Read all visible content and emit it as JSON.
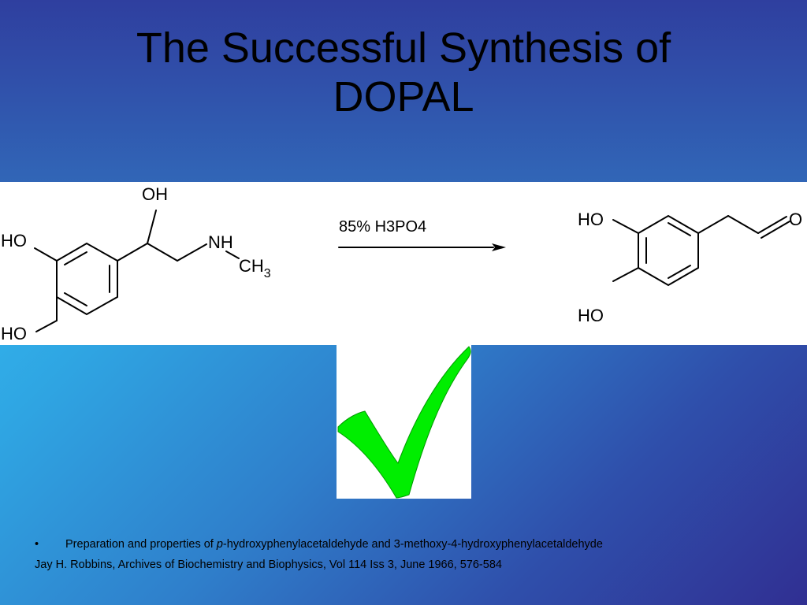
{
  "slide": {
    "title_line1": "The Successful Synthesis of",
    "title_line2": "DOPAL"
  },
  "reaction": {
    "reactant": {
      "oh_top": "OH",
      "ho_upper": "HO",
      "ho_lower": "HO",
      "nh": "NH",
      "ch3": "CH",
      "ch3_sub": "3"
    },
    "condition": "85% H3PO4",
    "product": {
      "ho_upper": "HO",
      "ho_lower": "HO",
      "o": "O"
    }
  },
  "check_icon": "green-checkmark-icon",
  "references": {
    "bullet": "•",
    "ref1_prefix": "Preparation and properties of ",
    "ref1_italic": "p",
    "ref1_suffix": "-hydroxyphenylacetaldehyde and 3-methoxy-4-hydroxyphenylacetaldehyde",
    "ref2": "Jay H. Robbins, Archives of Biochemistry and Biophysics, Vol 114 Iss 3, June 1966, 576-584"
  },
  "colors": {
    "check_green": "#00ee00"
  }
}
